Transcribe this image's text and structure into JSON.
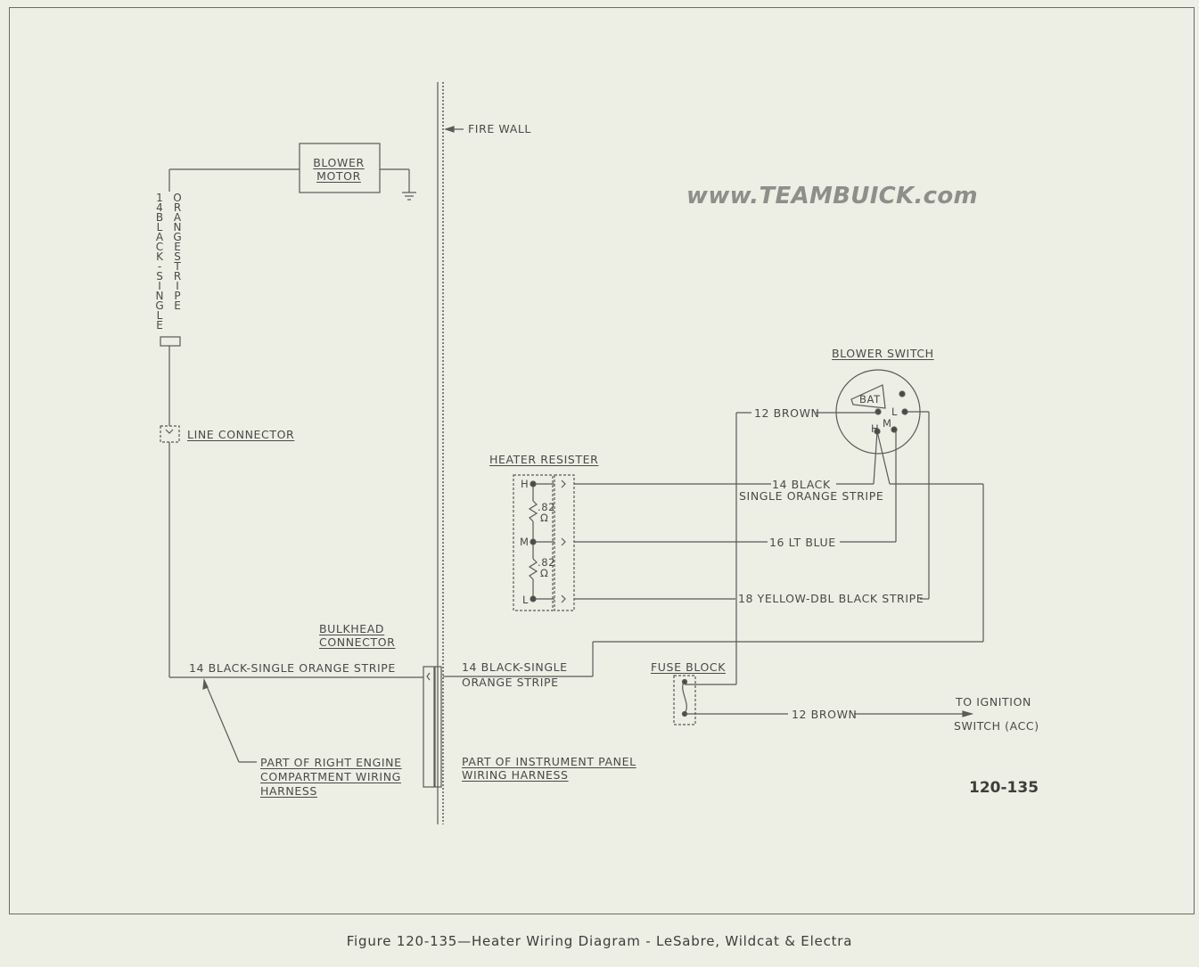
{
  "watermark": "www.TEAMBUICK.com",
  "figure_number": "120-135",
  "caption": "Figure 120-135—Heater Wiring Diagram - LeSabre, Wildcat & Electra",
  "components": {
    "blower_motor": [
      "BLOWER",
      "MOTOR"
    ],
    "fire_wall": "FIRE WALL",
    "line_connector": "LINE CONNECTOR",
    "bulkhead_connector": [
      "BULKHEAD",
      "CONNECTOR"
    ],
    "heater_resister": "HEATER RESISTER",
    "blower_switch": "BLOWER SWITCH",
    "fuse_block": "FUSE BLOCK",
    "ignition": [
      "TO IGNITION",
      "SWITCH (ACC)"
    ]
  },
  "wires": {
    "vertical_left": "14 BLACK-SINGLE",
    "vertical_right": "ORANGE STRIPE",
    "engine_harness_wire": "14 BLACK-SINGLE ORANGE STRIPE",
    "panel_harness_wire": [
      "14 BLACK-SINGLE",
      "ORANGE STRIPE"
    ],
    "brown_switch": "12 BROWN",
    "black_orange_resister": [
      "14 BLACK",
      "SINGLE ORANGE STRIPE"
    ],
    "lt_blue": "16 LT BLUE",
    "yellow": "18 YELLOW-DBL BLACK STRIPE",
    "brown_ignition": "12 BROWN"
  },
  "harness_notes": {
    "engine": [
      "PART OF RIGHT ENGINE",
      "COMPARTMENT WIRING",
      "HARNESS"
    ],
    "panel": [
      "PART OF INSTRUMENT PANEL",
      "WIRING HARNESS"
    ]
  },
  "resister": {
    "terminals": [
      "H",
      "M",
      "L"
    ],
    "ohms": [
      ".82",
      ".82"
    ],
    "ohm_symbol": "Ω"
  },
  "switch_terminals": {
    "bat": "BAT",
    "h": "H",
    "m": "M",
    "l": "L"
  }
}
